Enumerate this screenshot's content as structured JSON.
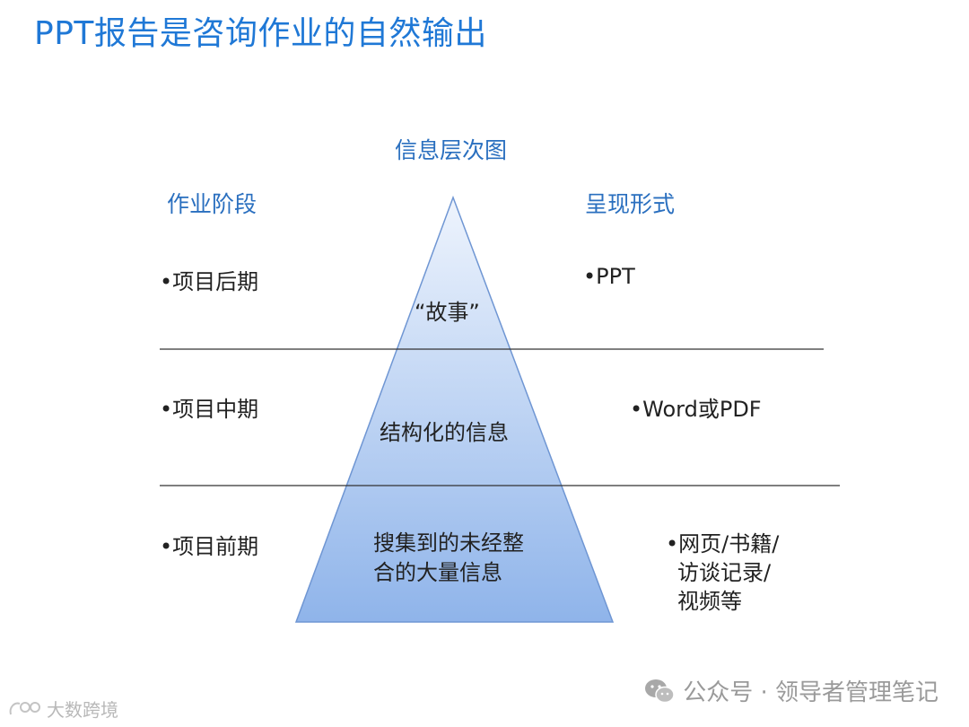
{
  "title": "PPT报告是咨询作业的自然输出",
  "diagram": {
    "top_heading": "信息层次图",
    "left_heading": "作业阶段",
    "right_heading": "呈现形式",
    "levels": [
      {
        "stage": "•项目后期",
        "pyramid_label_lines": [
          "“故事”"
        ],
        "form_lines": [
          "•PPT"
        ]
      },
      {
        "stage": "•项目中期",
        "pyramid_label_lines": [
          "结构化的信息"
        ],
        "form_lines": [
          "•Word或PDF"
        ]
      },
      {
        "stage": "•项目前期",
        "pyramid_label_lines": [
          "搜集到的未经整",
          "合的大量信息"
        ],
        "form_lines": [
          "•网页/书籍/",
          "访谈记录/",
          "视频等"
        ]
      }
    ],
    "colors": {
      "heading_blue": "#2a6fbf",
      "title_blue": "#1f78d6",
      "pyramid_top": "#e8f0fc",
      "pyramid_bottom": "#8fb4ea",
      "pyramid_stroke": "#6f96d3"
    }
  },
  "watermark": {
    "text": "公众号 · 领导者管理笔记",
    "icon": "wechat-icon"
  },
  "corner_watermark": {
    "text": "大数跨境",
    "icon": "logo-icon"
  }
}
